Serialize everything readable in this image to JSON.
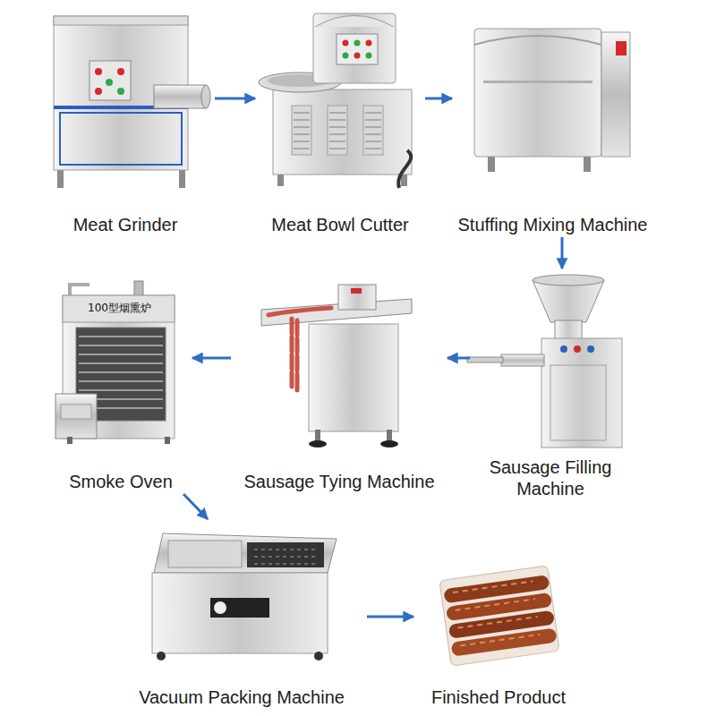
{
  "diagram": {
    "nodes": [
      {
        "text": [
          "Meat Grinder"
        ]
      },
      {
        "text": [
          "Meat Bowl Cutter"
        ]
      },
      {
        "text": [
          "Stuffing Mixing Machine"
        ]
      },
      {
        "text": [
          "Smoke Oven"
        ]
      },
      {
        "text": [
          "Sausage Tying Machine"
        ]
      },
      {
        "text": [
          "Sausage Filling Machine"
        ]
      },
      {
        "text": [
          "Vacuum Packing Machine"
        ]
      },
      {
        "text": [
          "Finished Product"
        ]
      }
    ],
    "edges": [
      {
        "from": 0,
        "to": 1,
        "arrow": "to"
      },
      {
        "from": 1,
        "to": 2,
        "arrow": "to"
      },
      {
        "from": 2,
        "to": 5,
        "arrow": "to"
      },
      {
        "from": 5,
        "to": 4,
        "arrow": "to"
      },
      {
        "from": 4,
        "to": 3,
        "arrow": "to"
      },
      {
        "from": 3,
        "to": 6,
        "arrow": "to"
      },
      {
        "from": 6,
        "to": 7,
        "arrow": "to"
      }
    ],
    "labels": [
      "100型烟熏炉"
    ]
  }
}
